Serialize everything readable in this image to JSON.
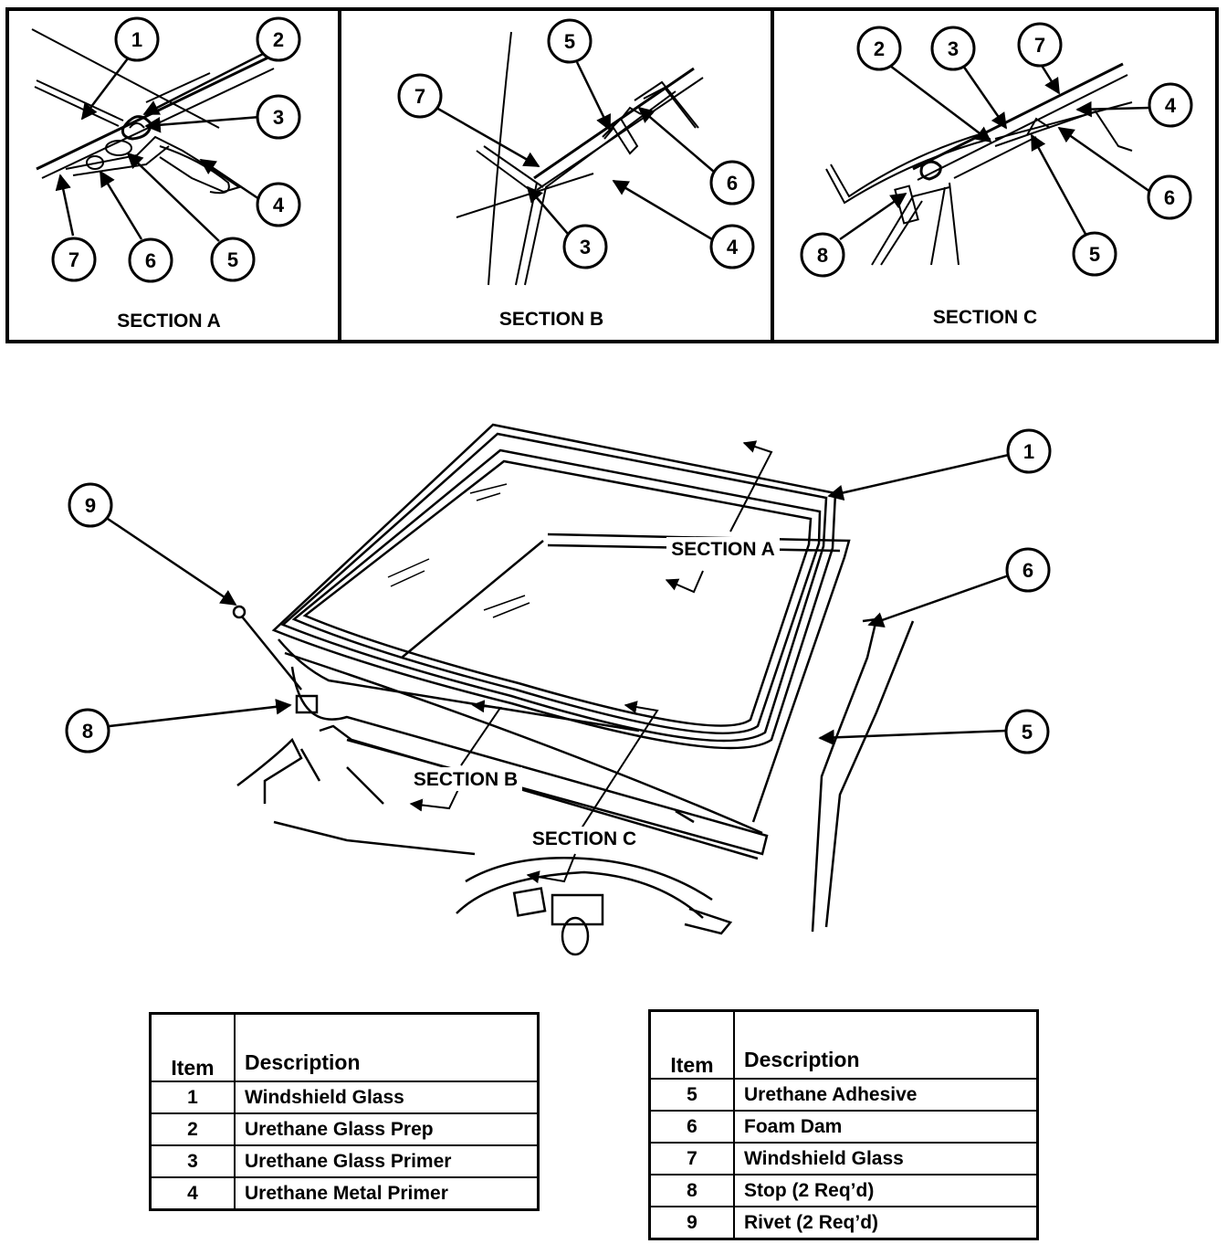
{
  "sections": [
    {
      "id": "a",
      "label": "SECTION A"
    },
    {
      "id": "b",
      "label": "SECTION B"
    },
    {
      "id": "c",
      "label": "SECTION C"
    }
  ],
  "main_section_labels": [
    "SECTION A",
    "SECTION B",
    "SECTION C"
  ],
  "callouts": {
    "sec_a": [
      "1",
      "2",
      "3",
      "4",
      "5",
      "6",
      "7"
    ],
    "sec_b": [
      "5",
      "7",
      "6",
      "3",
      "4"
    ],
    "sec_c": [
      "2",
      "3",
      "7",
      "4",
      "6",
      "5",
      "8"
    ],
    "main": [
      "1",
      "9",
      "6",
      "8",
      "5"
    ]
  },
  "legend_left": {
    "header": {
      "item": "Item",
      "description": "Description"
    },
    "rows": [
      {
        "item": "1",
        "description": "Windshield Glass"
      },
      {
        "item": "2",
        "description": "Urethane Glass Prep"
      },
      {
        "item": "3",
        "description": "Urethane Glass Primer"
      },
      {
        "item": "4",
        "description": "Urethane Metal Primer"
      }
    ]
  },
  "legend_right": {
    "header": {
      "item": "Item",
      "description": "Description"
    },
    "rows": [
      {
        "item": "5",
        "description": "Urethane Adhesive"
      },
      {
        "item": "6",
        "description": "Foam Dam"
      },
      {
        "item": "7",
        "description": "Windshield Glass"
      },
      {
        "item": "8",
        "description": "Stop (2 Req’d)"
      },
      {
        "item": "9",
        "description": "Rivet (2 Req’d)"
      }
    ]
  }
}
